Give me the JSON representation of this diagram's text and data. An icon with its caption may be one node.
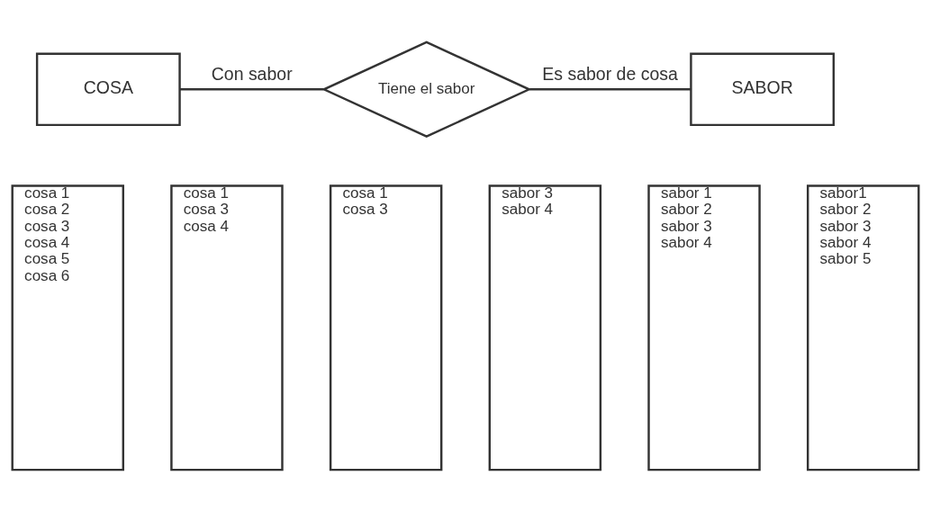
{
  "diagram": {
    "nodes": [
      {
        "text": [
          "COSA"
        ]
      },
      {
        "text": [
          "Tiene el sabor"
        ]
      },
      {
        "text": [
          "SABOR"
        ]
      },
      {
        "text": [
          "cosa 1",
          "cosa 2",
          "cosa 3",
          "cosa 4",
          "cosa 5",
          "cosa 6"
        ]
      },
      {
        "text": [
          "cosa 1",
          "cosa 3",
          "cosa 4"
        ]
      },
      {
        "text": [
          "cosa 1",
          "cosa 3"
        ]
      },
      {
        "text": [
          "sabor 3",
          "sabor 4"
        ]
      },
      {
        "text": [
          "sabor 1",
          "sabor 2",
          "sabor 3",
          "sabor 4"
        ]
      },
      {
        "text": [
          "sabor1",
          "sabor 2",
          "sabor 3",
          "sabor 4",
          "sabor 5"
        ]
      }
    ],
    "edges": [
      {
        "from": 0,
        "to": 1,
        "arrow": "none",
        "label": "Con sabor"
      },
      {
        "from": 1,
        "to": 2,
        "arrow": "none",
        "label": "Es sabor de cosa"
      }
    ]
  }
}
